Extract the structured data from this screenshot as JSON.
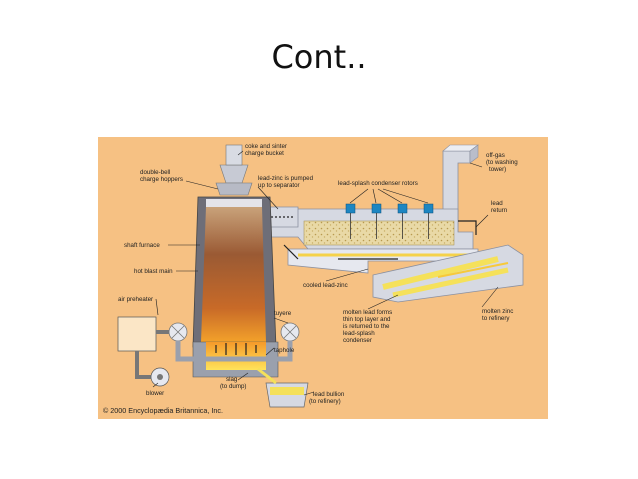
{
  "slide": {
    "title": "Cont.."
  },
  "diagram": {
    "background_color": "#f6c183",
    "labels": {
      "coke_sinter_l1": "coke and sinter",
      "coke_sinter_l2": "charge bucket",
      "double_bell_l1": "double-bell",
      "double_bell_l2": "charge hoppers",
      "lead_zinc_pumped_l1": "lead-zinc is pumped",
      "lead_zinc_pumped_l2": "up to separator",
      "condenser_rotors": "lead-splash condenser rotors",
      "off_gas_l1": "off-gas",
      "off_gas_l2": "(to washing",
      "off_gas_l3": "tower)",
      "lead_return_l1": "lead",
      "lead_return_l2": "return",
      "shaft_furnace": "shaft furnace",
      "hot_blast_main": "hot blast main",
      "air_preheater": "air preheater",
      "tuyere": "tuyere",
      "cooled_lead_zinc": "cooled lead-zinc",
      "molten_lead_l1": "molten lead forms",
      "molten_lead_l2": "thin top layer and",
      "molten_lead_l3": "is returned to the",
      "molten_lead_l4": "lead-splash",
      "molten_lead_l5": "condenser",
      "molten_zinc_l1": "molten zinc",
      "molten_zinc_l2": "to refinery",
      "taphole": "taphole",
      "slag_l1": "slag",
      "slag_l2": "(to dump)",
      "blower": "blower",
      "lead_bullion_l1": "lead bullion",
      "lead_bullion_l2": "(to refinery)"
    },
    "copyright": "© 2000 Encyclopædia Britannica, Inc."
  }
}
